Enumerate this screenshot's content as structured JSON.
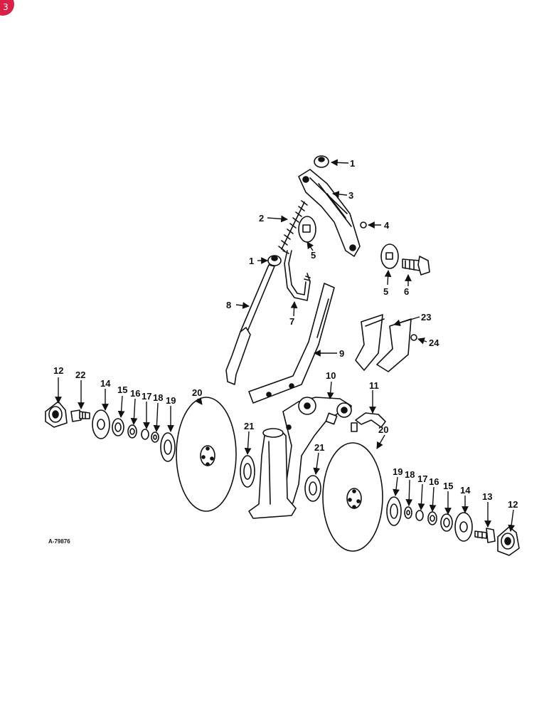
{
  "corner_badge": {
    "text": "3",
    "color": "#d92047"
  },
  "drawing_number": "A-79876",
  "labels": {
    "l1a": "1",
    "l1b": "1",
    "l2": "2",
    "l3": "3",
    "l4": "4",
    "l5a": "5",
    "l5b": "5",
    "l6": "6",
    "l7": "7",
    "l8": "8",
    "l9": "9",
    "l10": "10",
    "l11": "11",
    "l12a": "12",
    "l12b": "12",
    "l13": "13",
    "l14a": "14",
    "l14b": "14",
    "l15a": "15",
    "l15b": "15",
    "l16a": "16",
    "l16b": "16",
    "l17a": "17",
    "l17b": "17",
    "l18a": "18",
    "l18b": "18",
    "l19a": "19",
    "l19b": "19",
    "l20a": "20",
    "l20b": "20",
    "l21a": "21",
    "l21b": "21",
    "l22": "22",
    "l23": "23",
    "l24": "24"
  }
}
